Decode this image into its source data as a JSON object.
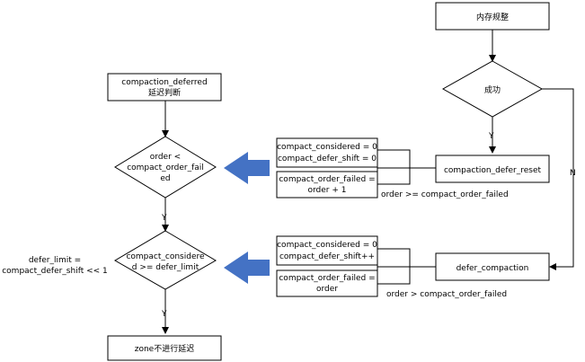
{
  "nodes": {
    "mem_compact": "内存规整",
    "success": "成功",
    "defer_reset": "compaction_defer_reset",
    "reset_considered": "compact_considered = 0",
    "reset_shift": "compact_defer_shift = 0",
    "reset_failed_line1": "compact_order_failed =",
    "reset_failed_line2": "order + 1",
    "defer_compaction": "defer_compaction",
    "defer_considered": "compact_considered = 0",
    "defer_shift": "compact_defer_shift++",
    "defer_failed_line1": "compact_order_failed =",
    "defer_failed_line2": "order",
    "deferred_line1": "compaction_deferred",
    "deferred_line2": "延迟判断",
    "order_check_line1": "order <",
    "order_check_line2": "compact_order_fail",
    "order_check_line3": "ed",
    "considered_check_line1": "compact_considere",
    "considered_check_line2": "d >= defer_limit",
    "no_defer": "zone不进行延迟"
  },
  "labels": {
    "yes_success": "Y",
    "no_success": "N",
    "yes_order": "Y",
    "yes_considered": "Y",
    "reset_condition": "order >= compact_order_failed",
    "defer_condition": "order > compact_order_failed",
    "defer_limit_line1": "defer_limit =",
    "defer_limit_line2": "compact_defer_shift << 1"
  },
  "colors": {
    "stroke": "#000000",
    "arrow_fill": "#4472C4"
  }
}
